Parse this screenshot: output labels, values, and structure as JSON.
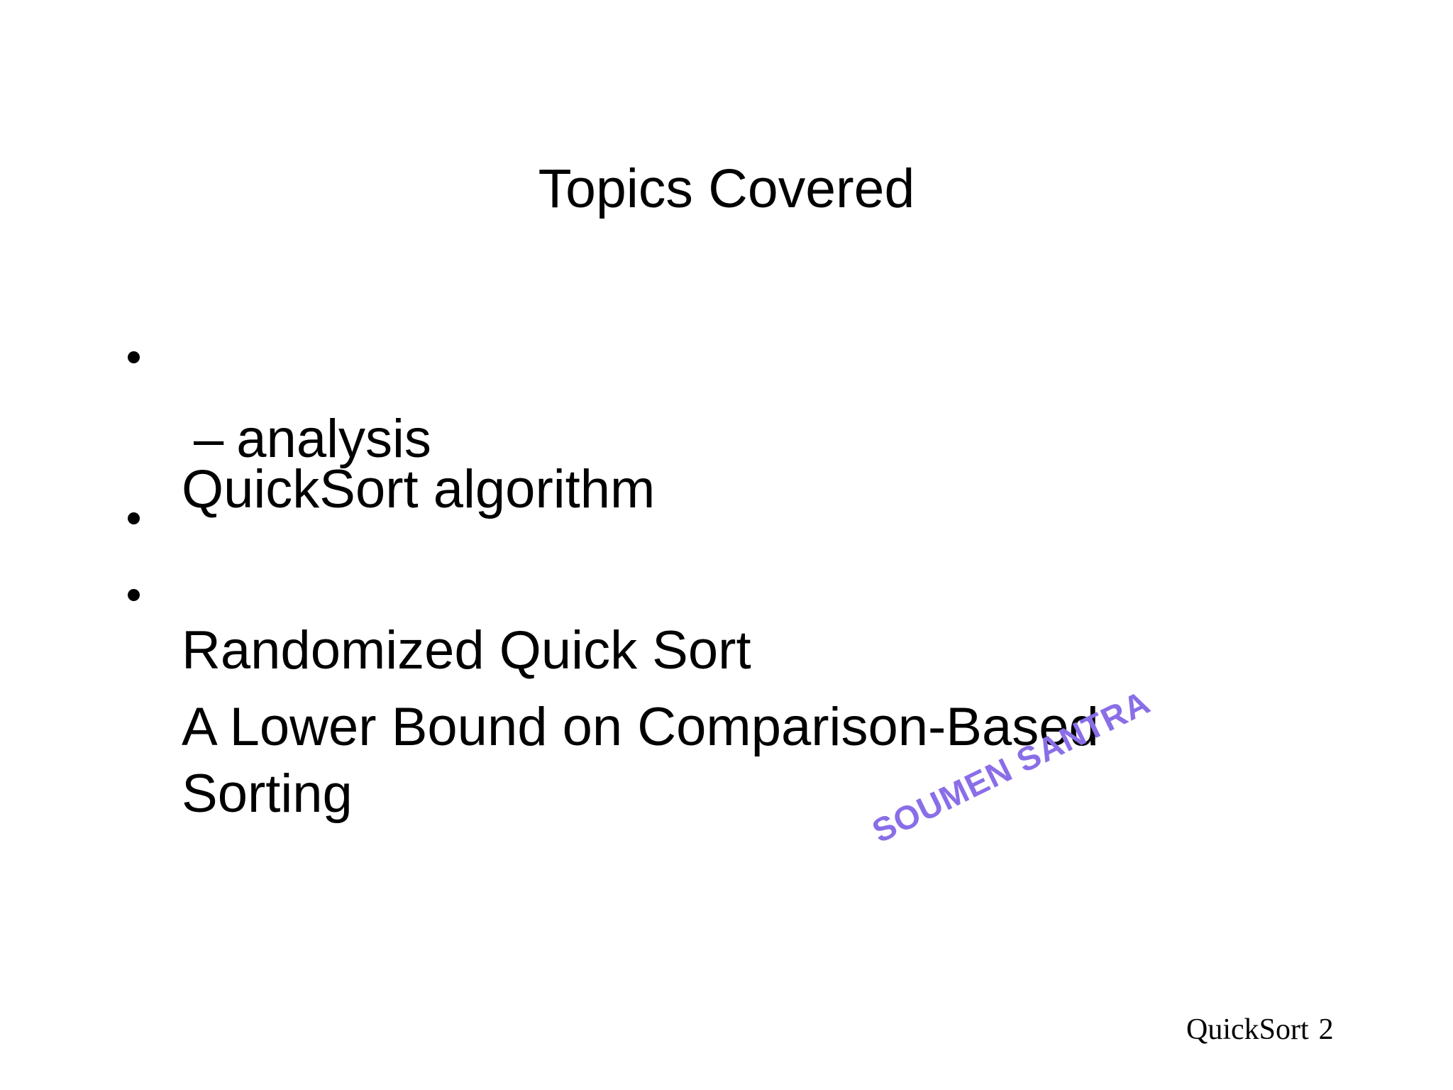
{
  "slide": {
    "title": "Topics Covered",
    "bullets": [
      {
        "level": 1,
        "marker": "•",
        "text": "QuickSort algorithm"
      },
      {
        "level": 2,
        "marker": "–",
        "text": "analysis"
      },
      {
        "level": 1,
        "marker": "•",
        "text": "Randomized Quick Sort"
      },
      {
        "level": 1,
        "marker": "•",
        "text": "A Lower Bound on Comparison-Based\nSorting"
      }
    ],
    "watermark": {
      "text": "SOUMEN SANTRA"
    },
    "footer": {
      "label": "QuickSort",
      "page": "2"
    }
  },
  "colors": {
    "background": "#ffffff",
    "text": "#000000",
    "watermark": "#8a6ee7"
  },
  "icons": {
    "bullet": "filled-circle-dot"
  }
}
